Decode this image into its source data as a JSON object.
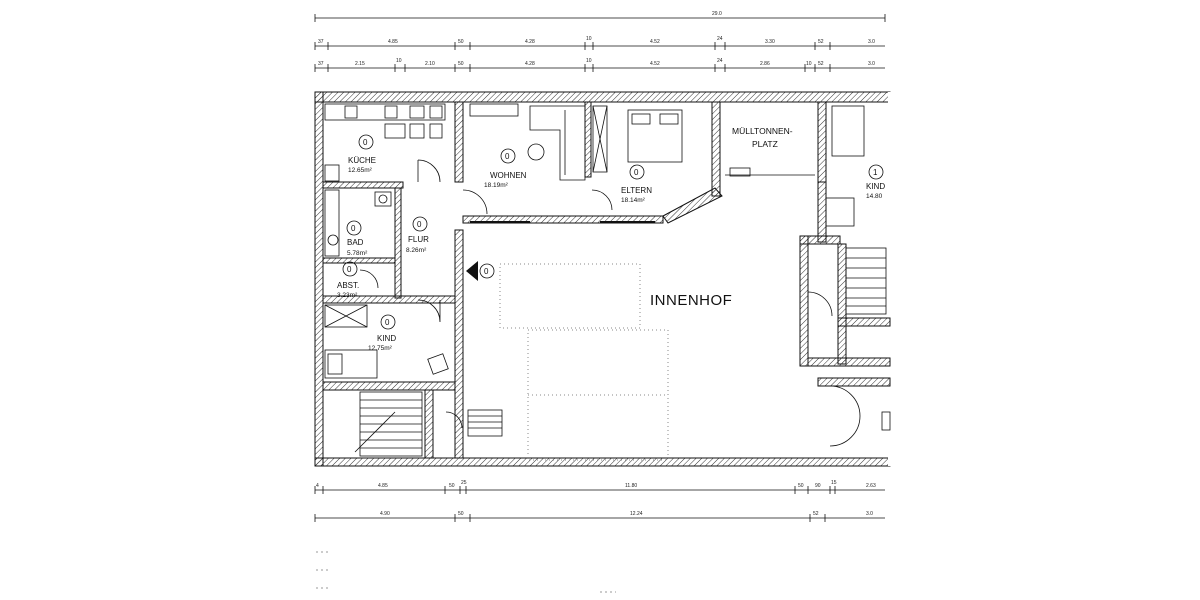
{
  "rooms": {
    "kueche": {
      "marker": "0",
      "name": "KÜCHE",
      "area": "12.65m²"
    },
    "wohnen": {
      "marker": "0",
      "name": "WOHNEN",
      "area": "18.19m²"
    },
    "eltern": {
      "marker": "0",
      "name": "ELTERN",
      "area": "18.14m²"
    },
    "bad": {
      "marker": "0",
      "name": "BAD",
      "area": "5.78m²"
    },
    "flur": {
      "marker": "0",
      "name": "FLUR",
      "area": "8.26m²"
    },
    "abst": {
      "marker": "0",
      "name": "ABST.",
      "area": "3.23m²"
    },
    "kind1": {
      "marker": "0",
      "name": "KIND",
      "area": "12.75m²"
    },
    "kind2": {
      "marker": "1",
      "name": "KIND",
      "area": "14.80"
    },
    "muelltonnen": {
      "line1": "MÜLLTONNEN-",
      "line2": "PLATZ"
    },
    "innenhof": {
      "name": "INNENHOF"
    },
    "entrance_marker": "0"
  },
  "dimensions": {
    "top_total": "29.0",
    "top_row1": [
      "37",
      "4.85",
      "50",
      "4.28",
      "10",
      "4.52",
      "24",
      "3.30",
      "52",
      "3.0"
    ],
    "top_row2": [
      "37",
      "2.15",
      "10",
      "2.10",
      "50",
      "4.28",
      "10",
      "4.52",
      "24",
      "2.86",
      "10",
      "52",
      "3.0"
    ],
    "bottom_row1": [
      "4",
      "4.85",
      "50",
      "25",
      "11.80",
      "50",
      "90",
      "15",
      "2.63"
    ],
    "bottom_row2": [
      "4.90",
      "50",
      "12.24",
      "52",
      "3.0"
    ]
  }
}
